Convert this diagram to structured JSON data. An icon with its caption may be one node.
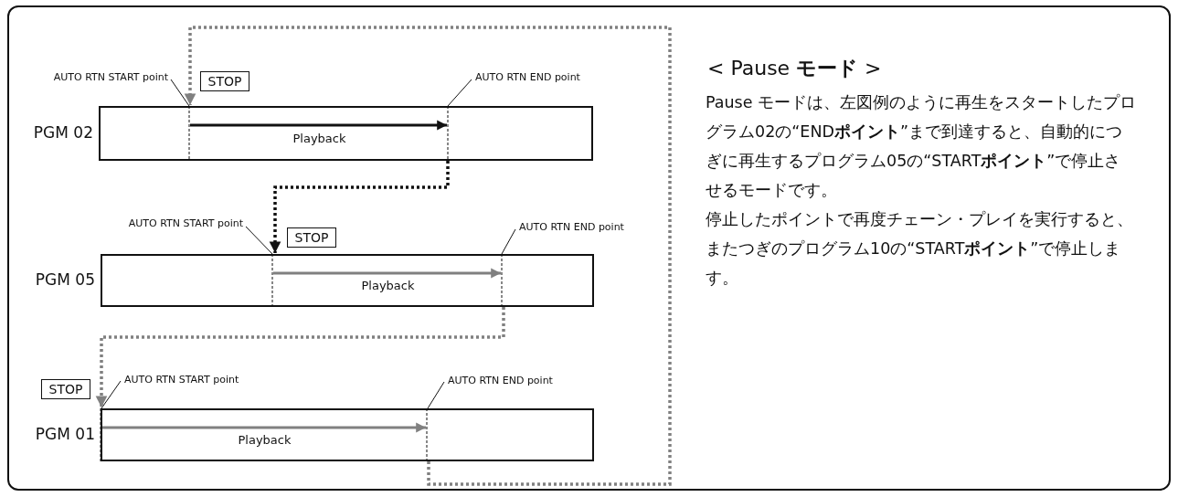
{
  "diagram": {
    "title": "< Pause **モード** >",
    "nodes": [
      {
        "text": [
          "AUTO RTN START point"
        ]
      },
      {
        "text": [
          "STOP"
        ]
      },
      {
        "text": [
          "AUTO RTN END point"
        ]
      },
      {
        "text": [
          "PGM 02",
          "Playback"
        ]
      },
      {
        "text": [
          "AUTO RTN START point"
        ]
      },
      {
        "text": [
          "STOP"
        ]
      },
      {
        "text": [
          "AUTO RTN END point"
        ]
      },
      {
        "text": [
          "PGM 05",
          "Playback"
        ]
      },
      {
        "text": [
          "STOP"
        ]
      },
      {
        "text": [
          "AUTO RTN START point"
        ]
      },
      {
        "text": [
          "AUTO RTN END point"
        ]
      },
      {
        "text": [
          "PGM 01",
          "Playback"
        ]
      }
    ],
    "edges": [
      {
        "from": 0,
        "to": 3,
        "arrow": "none"
      },
      {
        "from": 2,
        "to": 3,
        "arrow": "none"
      },
      {
        "from": 4,
        "to": 7,
        "arrow": "none"
      },
      {
        "from": 6,
        "to": 7,
        "arrow": "none"
      },
      {
        "from": 9,
        "to": 11,
        "arrow": "none"
      },
      {
        "from": 10,
        "to": 11,
        "arrow": "none"
      },
      {
        "from": 11,
        "to": 3,
        "arrow": "to",
        "style": "dashed",
        "color": "#808080"
      },
      {
        "from": 3,
        "to": 7,
        "arrow": "to",
        "style": "dashed"
      },
      {
        "from": 7,
        "to": 11,
        "arrow": "to",
        "style": "dashed",
        "color": "#808080"
      }
    ],
    "labels": [
      "Pause モードは、左図例のように再生をスタートしたプログラム02の“END**ポイント**”まで到達すると、自動的につぎに再生するプログラム05の“START**ポイント**”で停止させるモードです。",
      "停止したポイントで再度チェーン・プレイを実行すると、またつぎのプログラム10の“START**ポイント**”で停止します。"
    ]
  }
}
